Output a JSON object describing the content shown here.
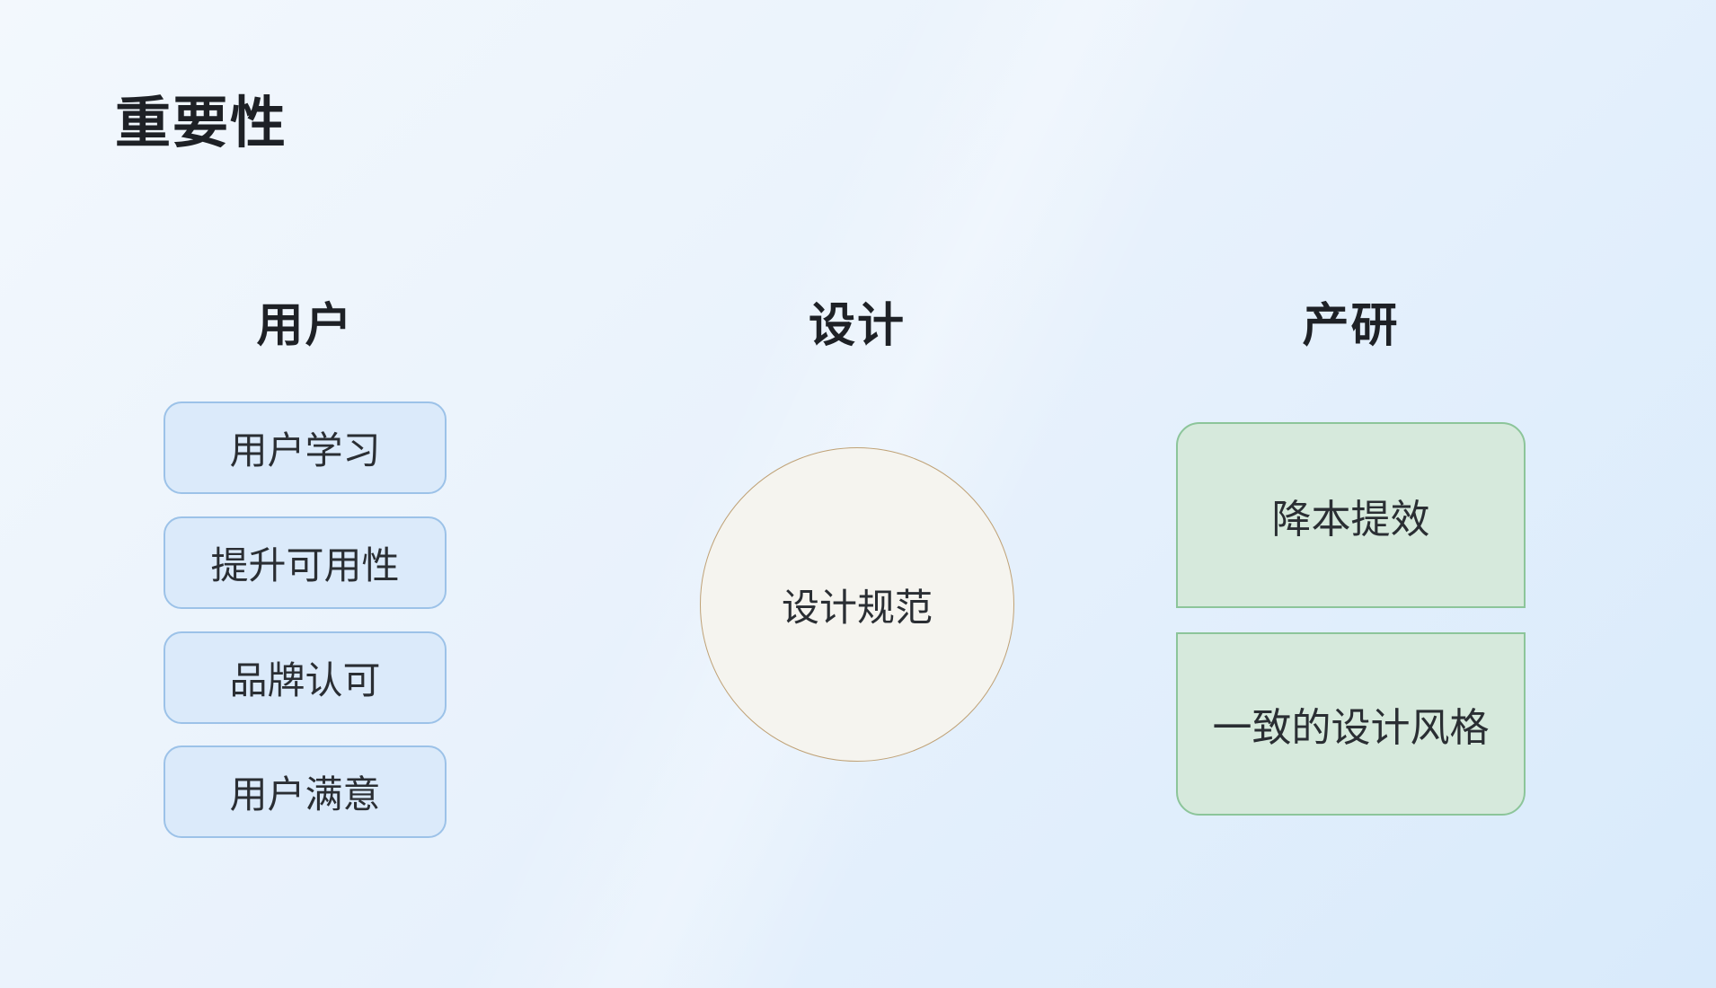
{
  "page": {
    "title": "重要性"
  },
  "columns": [
    {
      "id": "users",
      "heading": "用户",
      "items": [
        "用户学习",
        "提升可用性",
        "品牌认可",
        "用户满意"
      ]
    },
    {
      "id": "design",
      "heading": "设计",
      "circle_label": "设计规范"
    },
    {
      "id": "product-rd",
      "heading": "产研",
      "items": [
        "降本提效",
        "一致的设计风格"
      ]
    }
  ],
  "colors": {
    "background_start": "#f3f8fd",
    "background_end": "#d8eafb",
    "blue_node_fill": "#dbeafa",
    "blue_node_border": "#9cc2e8",
    "green_node_fill": "#d6e9dc",
    "green_node_border": "#8cc59a",
    "circle_fill": "#f5f4ef",
    "circle_border": "#bfa175",
    "text": "#1e2126"
  }
}
